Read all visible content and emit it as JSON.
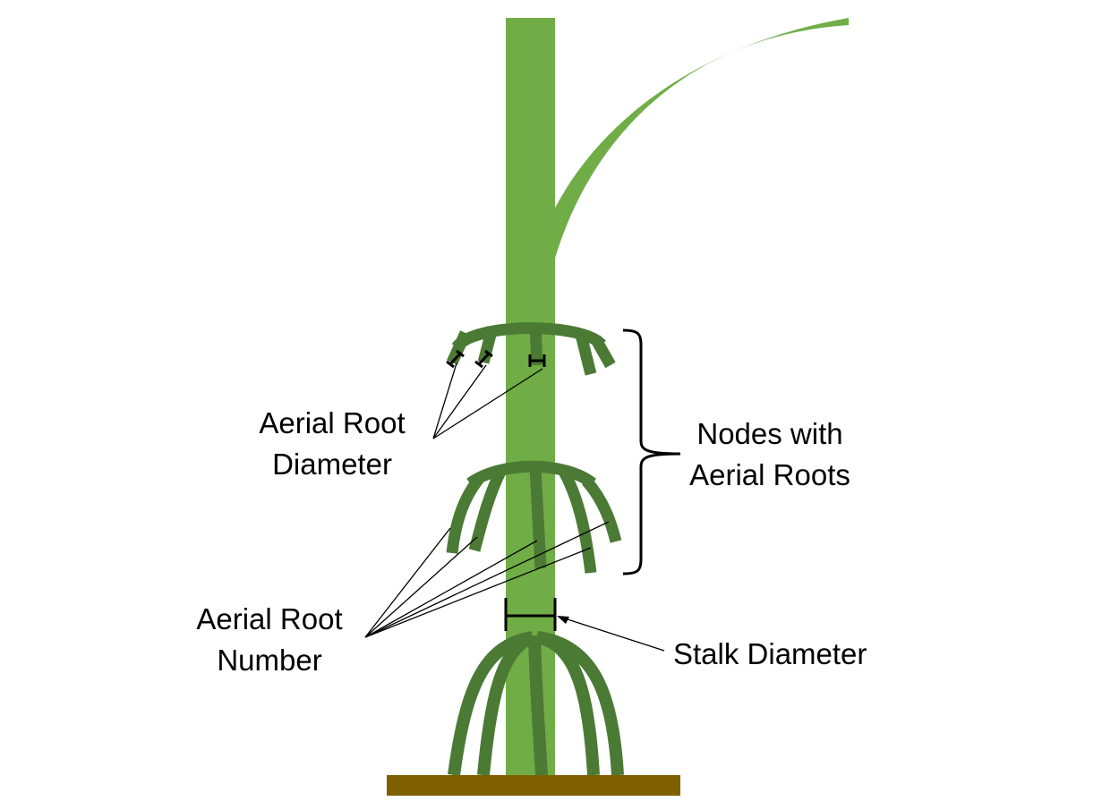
{
  "labels": {
    "aerial_root_diameter": [
      "Aerial Root",
      "Diameter"
    ],
    "aerial_root_number": [
      "Aerial Root",
      "Number"
    ],
    "nodes_with_aerial_roots": [
      "Nodes with",
      "Aerial Roots"
    ],
    "stalk_diameter": "Stalk Diameter"
  },
  "colors": {
    "stalk": "#70ad47",
    "root": "#4b7a35",
    "soil": "#7f5f00",
    "annotation": "#000000",
    "background": "#ffffff"
  }
}
